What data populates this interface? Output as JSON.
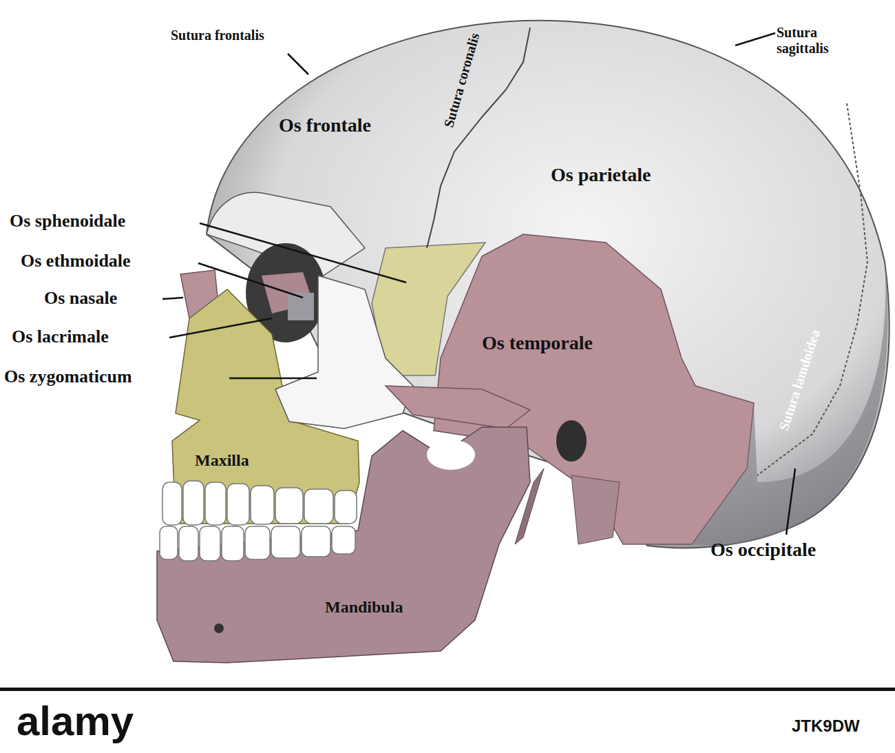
{
  "diagram": {
    "labels": [
      "Sutura frontalis",
      "Sutura coronalis",
      "Sutura sagittalis",
      "Os frontale",
      "Os parietale",
      "Os sphenoidale",
      "Os ethmoidale",
      "Os nasale",
      "Os lacrimale",
      "Os zygomaticum",
      "Os temporale",
      "Maxilla",
      "Mandibula",
      "Sutura lamdoidea",
      "Os occipitale",
      "alamy",
      "JTK9DW"
    ]
  }
}
